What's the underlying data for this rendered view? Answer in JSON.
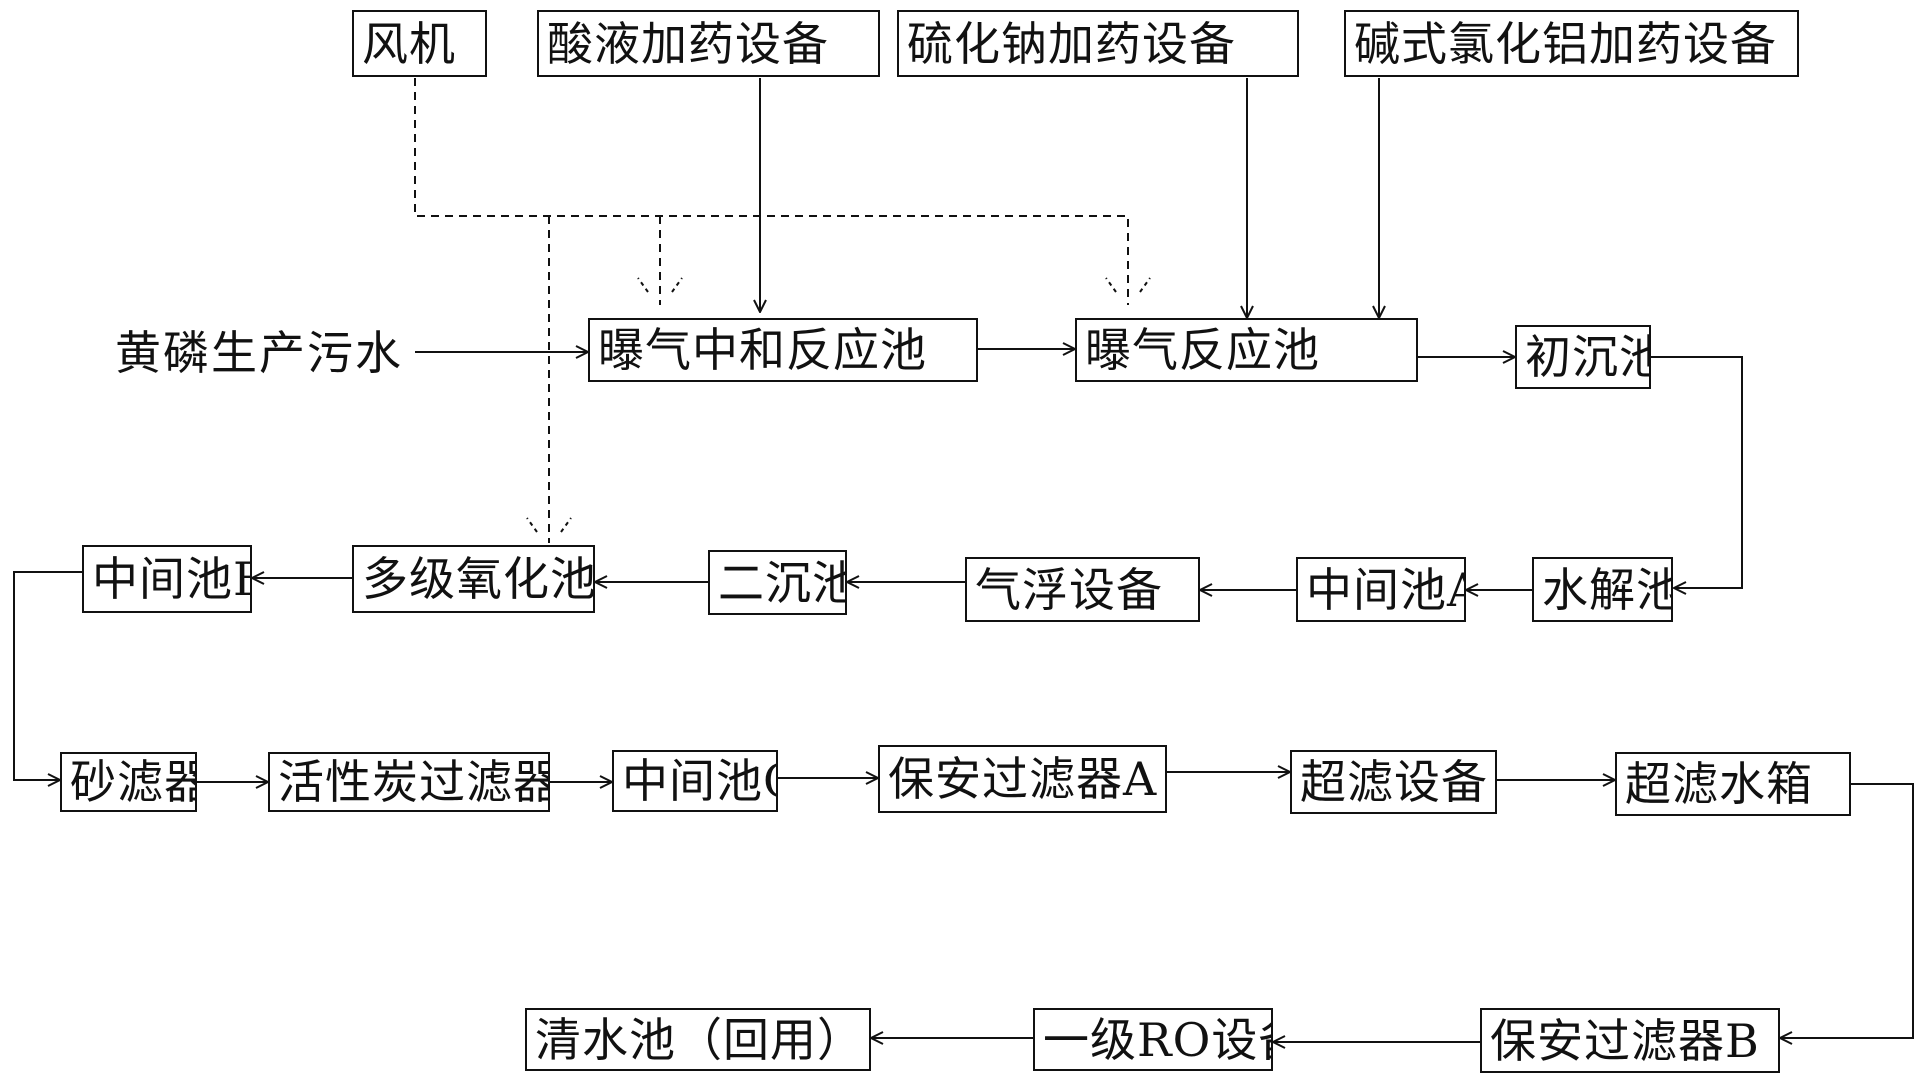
{
  "inputs": {
    "fan": "风机",
    "acid_dosing": "酸液加药设备",
    "sodium_sulfide_dosing": "硫化钠加药设备",
    "pac_dosing": "碱式氯化铝加药设备"
  },
  "source": "黄磷生产污水",
  "stages": {
    "aeration_neutralization_tank": "曝气中和反应池",
    "aeration_reaction_tank": "曝气反应池",
    "primary_settling_tank": "初沉池",
    "hydrolysis_tank": "水解池",
    "intermediate_tank_a": "中间池A",
    "flotation_equipment": "气浮设备",
    "secondary_settling_tank": "二沉池",
    "multistage_oxidation_tank": "多级氧化池",
    "intermediate_tank_b": "中间池B",
    "sand_filter": "砂滤器",
    "activated_carbon_filter": "活性炭过滤器",
    "intermediate_tank_c": "中间池C",
    "security_filter_a": "保安过滤器A",
    "ultrafiltration_equipment": "超滤设备",
    "ultrafiltration_tank": "超滤水箱",
    "security_filter_b": "保安过滤器B",
    "primary_ro_equipment": "一级RO设备",
    "clean_water_tank": "清水池（回用）"
  },
  "colors": {
    "line": "#111111",
    "background": "#ffffff"
  }
}
